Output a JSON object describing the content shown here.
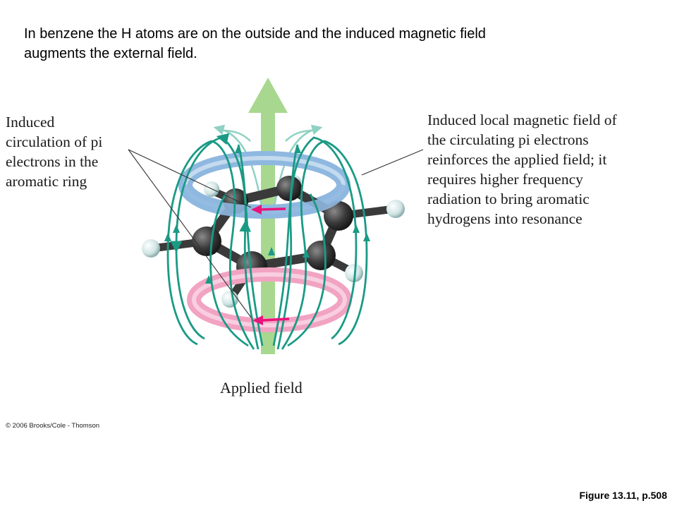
{
  "heading": {
    "line1": "In benzene the H atoms are on the outside and the induced magnetic field",
    "line2": "augments the external field."
  },
  "diagram": {
    "left_label": [
      "Induced",
      "circulation of pi",
      "electrons in the",
      "aromatic ring"
    ],
    "right_label": [
      "Induced local magnetic field of",
      "the circulating pi electrons",
      "reinforces the applied field; it",
      "requires higher frequency",
      "radiation to bring aromatic",
      "hydrogens into resonance"
    ],
    "bottom_label": "Applied field",
    "colors": {
      "applied_field_arrow": "#a8d88f",
      "field_lines": "#1a9a85",
      "upper_ring": "#8fb8e0",
      "lower_ring": "#f2a3c2",
      "circulation_arrow": "#e8147a",
      "carbon": "#3a3a3a",
      "hydrogen": "#cfe3e3"
    }
  },
  "copyright": "© 2006 Brooks/Cole - Thomson",
  "figure_ref": "Figure 13.11, p.508"
}
